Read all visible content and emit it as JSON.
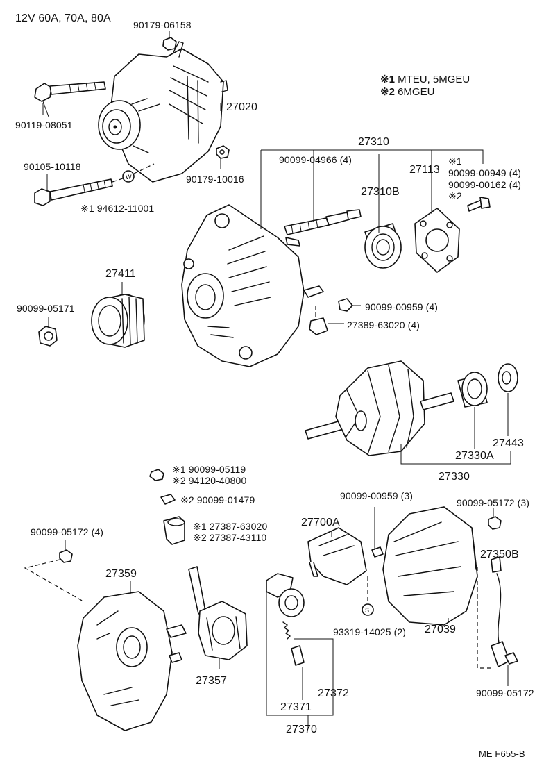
{
  "title": "12V 60A, 70A, 80A",
  "legend": {
    "note1_mark": "※1",
    "note1_text": "MTEU, 5MGEU",
    "note2_mark": "※2",
    "note2_text": "6MGEU"
  },
  "labels": {
    "p90179_06158": "90179-06158",
    "p27020": "27020",
    "p90119_08051": "90119-08051",
    "p90105_10118": "90105-10118",
    "p94612_11001": "※1 94612-11001",
    "p90179_10016": "90179-10016",
    "p27310": "27310",
    "p90099_04966": "90099-04966 (4)",
    "p27113": "27113",
    "p90099_00949": "※1\n90099-00949 (4)",
    "p90099_00162": "90099-00162 (4)\n※2",
    "p27310B": "27310B",
    "p27411": "27411",
    "p90099_05171": "90099-05171",
    "p90099_00959_4": "90099-00959 (4)",
    "p27389_63020": "27389-63020 (4)",
    "p27443": "27443",
    "p27330A": "27330A",
    "p27330": "27330",
    "p90099_05119": "※1 90099-05119",
    "p94120_40800": "※2 94120-40800",
    "p90099_01479": "※2 90099-01479",
    "p27387_63020": "※1 27387-63020",
    "p27387_43110": "※2 27387-43110",
    "p90099_05172_4": "90099-05172 (4)",
    "p90099_00959_3": "90099-00959 (3)",
    "p90099_05172_3": "90099-05172 (3)",
    "p27700A": "27700A",
    "p27359": "27359",
    "p27350B": "27350B",
    "p93319_14025": "93319-14025 (2)",
    "p27039": "27039",
    "p27357": "27357",
    "p27372": "27372",
    "p27371": "27371",
    "p27370": "27370",
    "p90099_05172": "90099-05172",
    "footer_code": "ME F655-B"
  }
}
